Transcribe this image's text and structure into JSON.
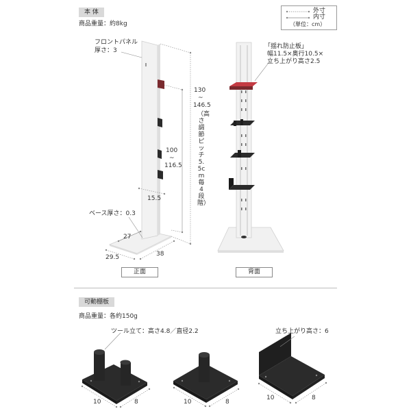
{
  "main_section": {
    "badge": "本 体",
    "weight": "商品重量：約8kg"
  },
  "legend": {
    "outer": "外寸",
    "inner": "内寸",
    "unit": "（単位：cm）"
  },
  "front_view": {
    "panel_label_1": "フロントパネル",
    "panel_label_2": "厚さ：3",
    "base_thickness": "ベース厚さ：0.3",
    "inner_depth": "27",
    "depth": "29.5",
    "width": "38",
    "panel_depth": "15.5",
    "inner_height_top": "100",
    "inner_height_tilde": "~",
    "inner_height_bottom": "116.5",
    "caption": "正面"
  },
  "height_dim": {
    "top": "130",
    "tilde": "~",
    "bottom": "146.5",
    "note": "（高さ調節ピッチ5.5cm毎 4段階）"
  },
  "back_view": {
    "bracket_title": "「揺れ防止板」",
    "bracket_line1": "幅11.5×奥行10.5×",
    "bracket_line2": "立ち上がり高さ2.5",
    "caption": "背面"
  },
  "shelf_section": {
    "badge": "可動棚板",
    "weight": "商品重量：各約150g",
    "tool_label": "ツール立て：高さ4.8／直径2.2",
    "riser_label": "立ち上がり高さ：6",
    "shelf1_w": "10",
    "shelf1_d": "8",
    "shelf2_w": "10",
    "shelf2_d": "8",
    "shelf3_w": "10",
    "shelf3_d": "8"
  }
}
